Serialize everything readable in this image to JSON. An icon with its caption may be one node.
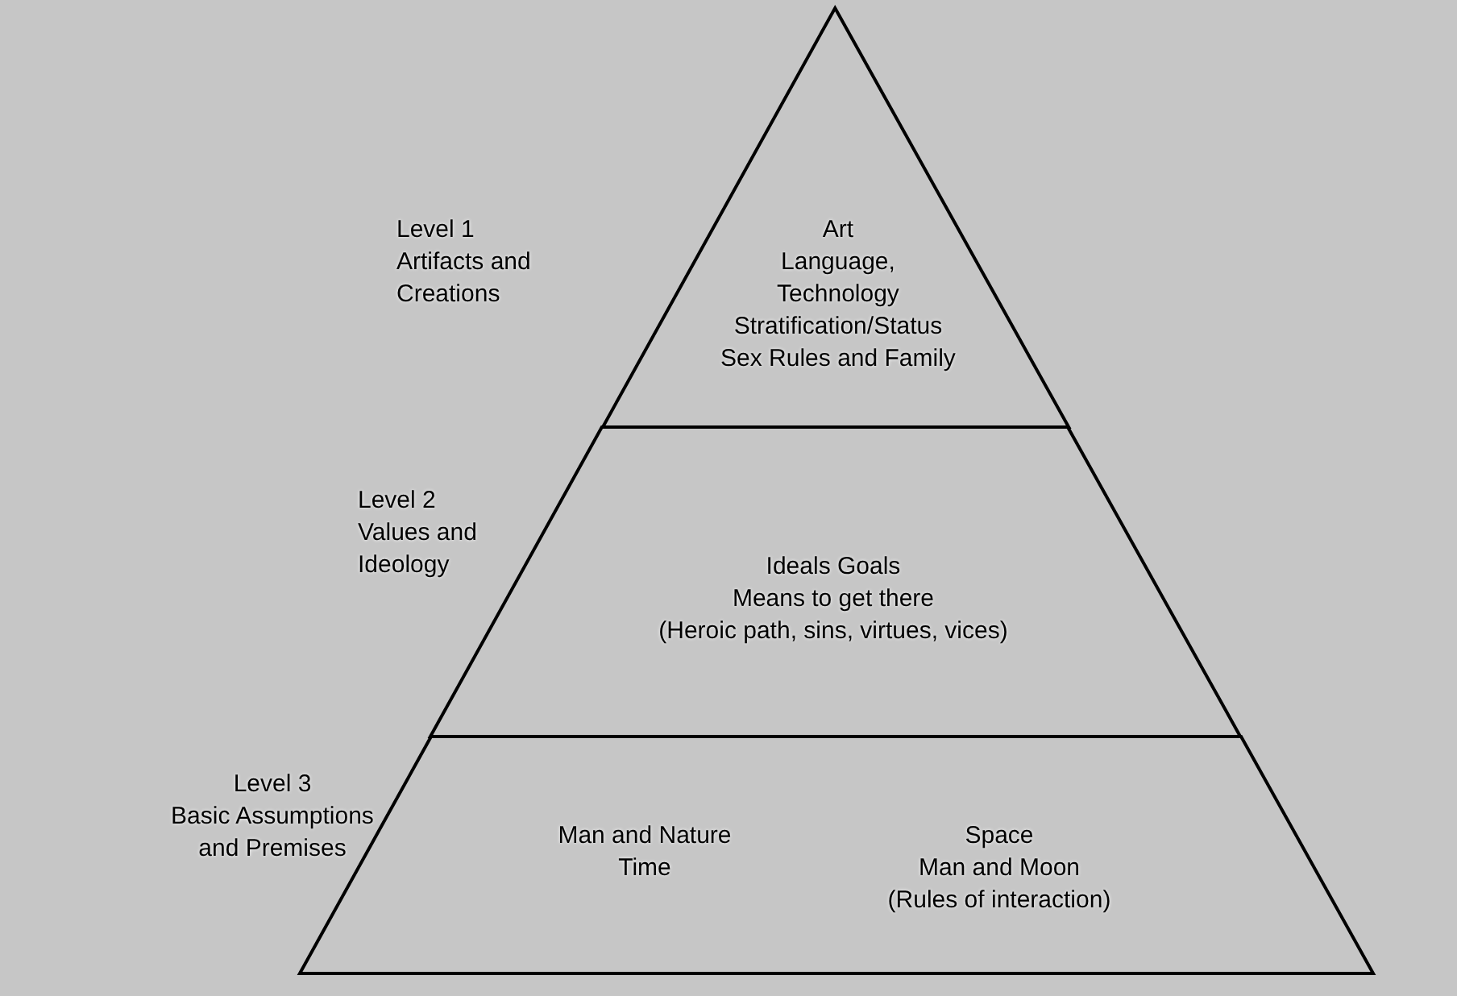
{
  "diagram": {
    "nodes": [
      {
        "text": [
          "Art",
          "Language,",
          "Technology",
          "Stratification/Status",
          "Sex Rules and Family"
        ],
        "beside": [
          "Level 1",
          "Artifacts and Creations"
        ]
      },
      {
        "text": [
          "Ideals  Goals",
          "Means to get there",
          "(Heroic path, sins, virtues, vices)"
        ],
        "beside": [
          "Level 2",
          "Values and Ideology"
        ]
      },
      {
        "text": [
          "Man and Nature",
          "Time",
          "Space",
          "Man and Moon",
          "(Rules of interaction)"
        ],
        "beside": [
          "Level 3",
          "Basic Assumptions and Premises"
        ]
      }
    ]
  }
}
